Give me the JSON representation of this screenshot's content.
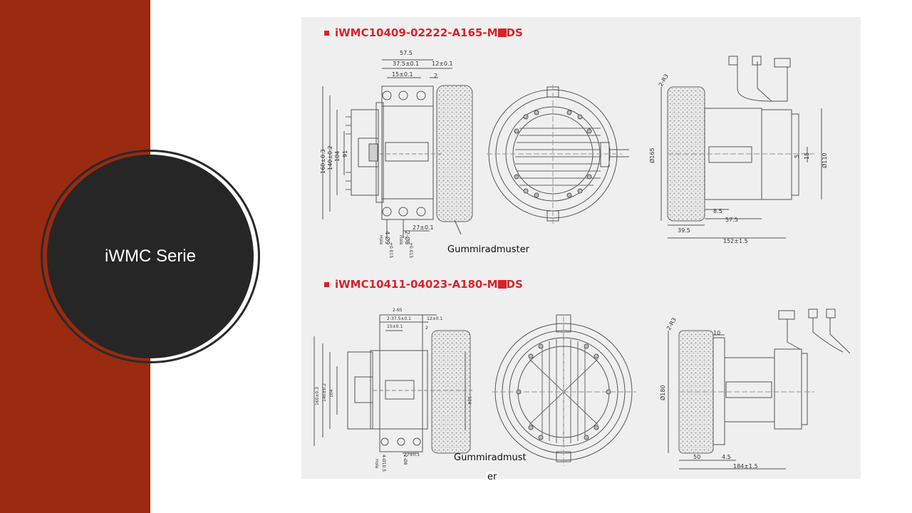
{
  "slide": {
    "heading": "iWMC Serie"
  },
  "model1": {
    "name_prefix": "iWMC10409-02222-A165-M",
    "name_suffix": "DS",
    "caption": "Gummiradmuster",
    "dims": {
      "d57_5": "57.5",
      "d37_5": "37.5±0.1",
      "d12": "12±0.1",
      "d15": "15±0.1",
      "d2": "2",
      "d160": "160±0.3",
      "d140": "140±0.2",
      "d104": "104",
      "d91": "91",
      "d27": "27±0.1",
      "hole1": "4-Ø9",
      "hole1_tol": "+0.015",
      "hole1_label": "Hole",
      "hole2": "2-Ø8",
      "hole2_tol": "+0.015",
      "hole2_label": "Hole",
      "d165": "Ø165",
      "d110": "Ø110",
      "d15r": "15",
      "d5r": "5",
      "d8_5": "8.5",
      "d57_5b": "57.5",
      "d39_5": "39.5",
      "d152": "152±1.5",
      "r3": "2-R3"
    }
  },
  "model2": {
    "name_prefix": "iWMC10411-04023-A180-M",
    "name_suffix": "DS",
    "caption_line1": "Gummiradmust",
    "caption_line2": "er",
    "dims": {
      "d65": "2-65",
      "d37_5": "2-37.5±0.1",
      "d12": "12±0.1",
      "d15": "15±0.1",
      "d2": "2",
      "d160": "160±0.3",
      "d140": "140±0.2",
      "d104": "104",
      "d124": "124",
      "d27": "27±0.1",
      "hole1": "4-Ø10.5",
      "hole2": "2-Ø8",
      "hole_label": "Hole",
      "d10": "10",
      "d180": "Ø180",
      "d50": "50",
      "d4_5": "4.5",
      "d184": "184±1.5",
      "r3": "2-R3"
    }
  }
}
